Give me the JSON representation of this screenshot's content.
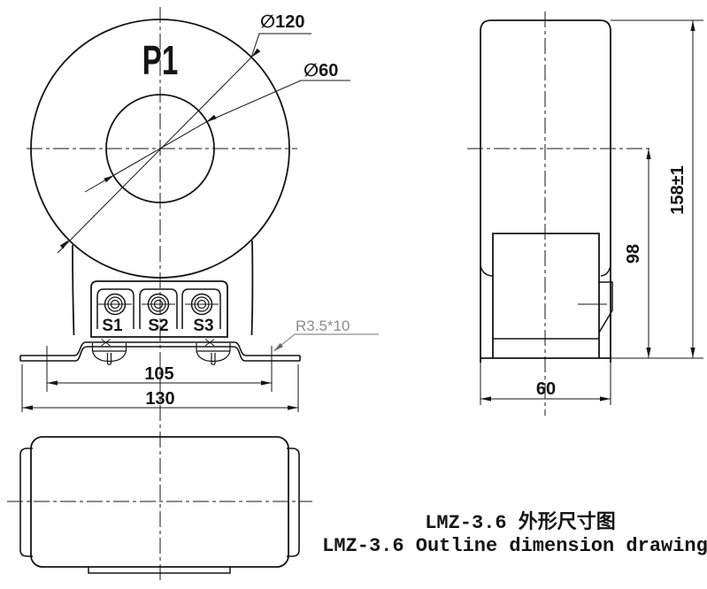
{
  "drawing": {
    "title_cn": "LMZ-3.6 外形尺寸图",
    "title_en": "LMZ-3.6 Outline dimension drawing"
  },
  "front_view": {
    "polarity_label": "P1",
    "outer_diameter": "∅120",
    "inner_diameter": "∅60",
    "terminal_labels": [
      "S1",
      "S2",
      "S3"
    ],
    "mounting_hole_spacing": "105",
    "overall_width": "130",
    "mounting_slot_note": "R3.5*10"
  },
  "side_view": {
    "overall_height": "158±1",
    "center_to_base_height": "98",
    "depth": "60"
  },
  "colors": {
    "line": "#141414",
    "leader_gray": "#8c8c8c",
    "background": "#ffffff"
  }
}
